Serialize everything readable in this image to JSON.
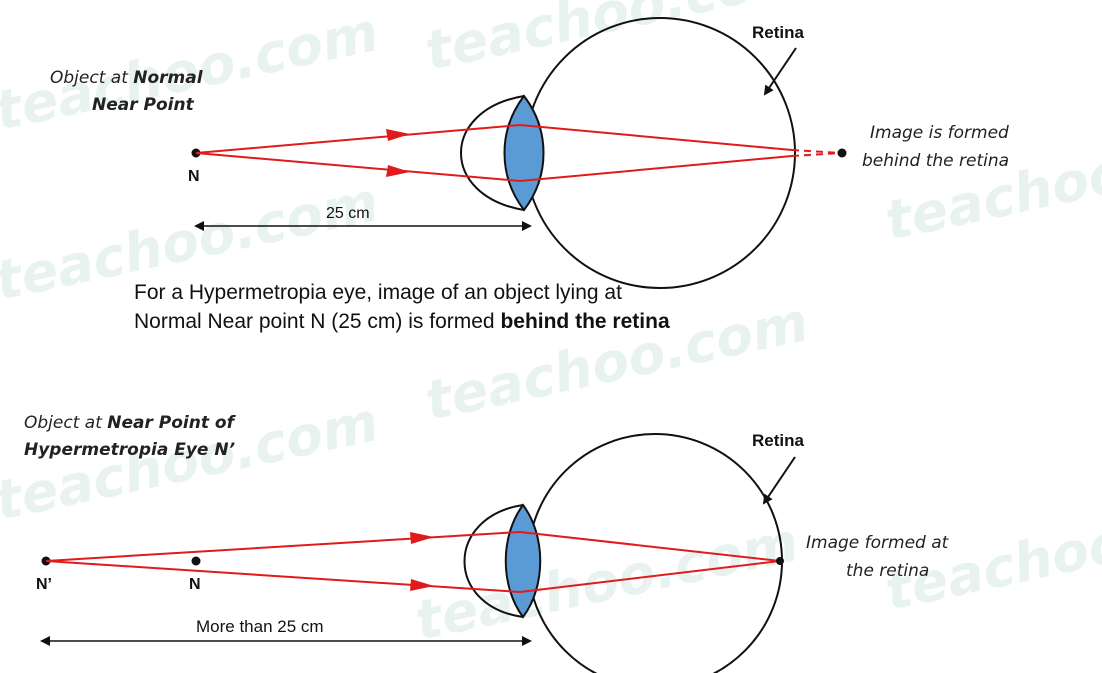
{
  "watermark": "teachoo.com",
  "colors": {
    "ray": "#e01b1b",
    "lens": "#5b9bd5",
    "ink": "#111111",
    "watermark": "#e8f3f1"
  },
  "top": {
    "object_label_line1_plain": "Object at ",
    "object_label_line1_bold": "Normal",
    "object_label_line2_bold": "Near Point",
    "point_label": "N",
    "retina_label": "Retina",
    "image_label_line1": "Image is formed",
    "image_label_line2": "behind the retina",
    "distance_label": "25 cm"
  },
  "caption": {
    "line1": "For a Hypermetropia eye, image of an object lying at",
    "line2_plain": "Normal Near point N (25 cm) is formed ",
    "line2_bold": "behind the retina"
  },
  "bottom": {
    "object_label_line1_plain": "Object at ",
    "object_label_line1_bold": "Near Point of",
    "object_label_line2_bold": "Hypermetropia Eye N’",
    "point_label_far": "N’",
    "point_label_near": "N",
    "retina_label": "Retina",
    "image_label_line1": "Image formed at",
    "image_label_line2": "the retina",
    "distance_label": "More than 25 cm"
  }
}
